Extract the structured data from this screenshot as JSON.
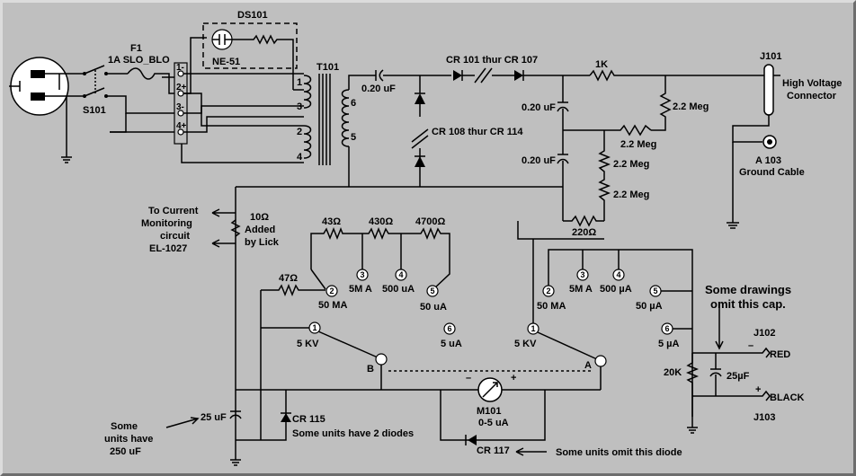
{
  "fuse": {
    "ref": "F1",
    "rating": "1A SLO_BLO"
  },
  "switch": {
    "ref": "S101"
  },
  "neon": {
    "ref": "DS101",
    "type": "NE-51"
  },
  "transformer": {
    "ref": "T101",
    "pins": [
      "1",
      "3",
      "2",
      "4",
      "6",
      "5"
    ],
    "terminals": [
      "1-",
      "2+",
      "3-",
      "4+"
    ]
  },
  "cap_primary": "0.20 uF",
  "cr_a": "CR 101 thur CR 107",
  "cr_b": "CR 108 thur CR 114",
  "res_1k": "1K",
  "cap_f1": "0.20 uF",
  "cap_f2": "0.20 uF",
  "res_22a": "2.2 Meg",
  "res_22b": "2.2 Meg",
  "res_22c": "2.2 Meg",
  "res_22d": "2.2 Meg",
  "res_220": "220Ω",
  "hv": {
    "ref": "J101",
    "label1": "High Voltage",
    "label2": "Connector"
  },
  "ground": {
    "ref": "A 103",
    "label": "Ground Cable"
  },
  "current_mon": {
    "l1": "To Current",
    "l2": "Monitoring",
    "l3": "circuit",
    "l4": "EL-1027"
  },
  "res_10": {
    "value": "10Ω",
    "note1": "Added",
    "note2": "by Lick"
  },
  "left_switch": {
    "r43": "43Ω",
    "r430": "430Ω",
    "r4700": "4700Ω",
    "r47": "47Ω",
    "pos": [
      {
        "n": "1",
        "label": "5 KV"
      },
      {
        "n": "2",
        "label": "50 MA"
      },
      {
        "n": "3",
        "label": "5M A"
      },
      {
        "n": "4",
        "label": "500 uA"
      },
      {
        "n": "5",
        "label": "50 uA"
      },
      {
        "n": "6",
        "label": "5 uA"
      }
    ],
    "wiper": "B"
  },
  "right_switch": {
    "pos": [
      {
        "n": "1",
        "label": "5 KV"
      },
      {
        "n": "2",
        "label": "50 MA"
      },
      {
        "n": "3",
        "label": "5M A"
      },
      {
        "n": "4",
        "label": "500 µA"
      },
      {
        "n": "5",
        "label": "50 µA"
      },
      {
        "n": "6",
        "label": "5 µA"
      }
    ],
    "wiper": "A"
  },
  "note_cap": {
    "l1": "Some drawings",
    "l2": "omit this cap."
  },
  "j102": {
    "ref": "J102",
    "sign": "–",
    "label": "RED"
  },
  "j103": {
    "ref": "J103",
    "sign": "+",
    "label": "BLACK"
  },
  "res_20k": "20K",
  "cap_25_right": "25µF",
  "meter": {
    "ref": "M101",
    "range": "0-5 uA",
    "minus": "–",
    "plus": "+"
  },
  "cap_25_left": "25 uF",
  "note_units": {
    "l1": "Some",
    "l2": "units have",
    "l3": "250 uF"
  },
  "cr115": {
    "ref": "CR 115",
    "note": "Some units have 2 diodes"
  },
  "cr117": {
    "ref": "CR 117",
    "note": "Some units omit this diode"
  }
}
